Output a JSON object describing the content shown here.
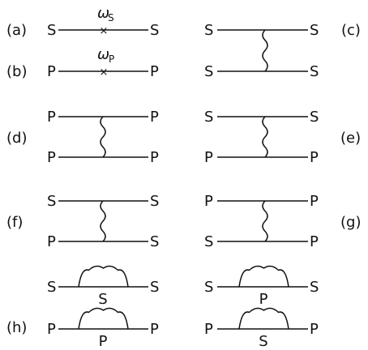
{
  "figure": {
    "tags": {
      "a": "(a)",
      "b": "(b)",
      "c": "(c)",
      "d": "(d)",
      "e": "(e)",
      "f": "(f)",
      "g": "(g)",
      "h": "(h)"
    },
    "a": {
      "left": "S",
      "right": "S",
      "omega": "ω",
      "sub": "S"
    },
    "b": {
      "left": "P",
      "right": "P",
      "omega": "ω",
      "sub": "P"
    },
    "c": {
      "tl": "S",
      "tr": "S",
      "bl": "S",
      "br": "S"
    },
    "d": {
      "tl": "P",
      "tr": "P",
      "bl": "P",
      "br": "P"
    },
    "e": {
      "tl": "S",
      "tr": "S",
      "bl": "P",
      "br": "P"
    },
    "f": {
      "tl": "S",
      "tr": "S",
      "bl": "P",
      "br": "S"
    },
    "g": {
      "tl": "P",
      "tr": "P",
      "bl": "S",
      "br": "P"
    },
    "h": {
      "loops": [
        {
          "left": "S",
          "right": "S",
          "inner": "S"
        },
        {
          "left": "S",
          "right": "S",
          "inner": "P"
        },
        {
          "left": "P",
          "right": "P",
          "inner": "P"
        },
        {
          "left": "P",
          "right": "P",
          "inner": "S"
        }
      ]
    }
  }
}
